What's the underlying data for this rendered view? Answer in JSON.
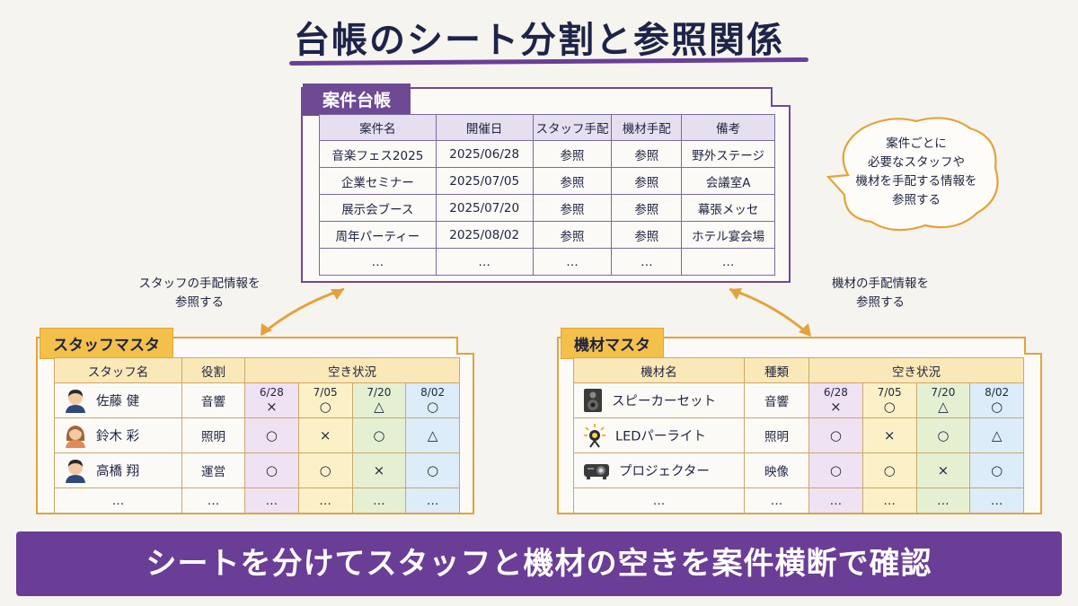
{
  "title": "台帳のシート分割と参照関係",
  "project": {
    "tag": "案件台帳",
    "headers": [
      "案件名",
      "開催日",
      "スタッフ手配",
      "機材手配",
      "備考"
    ],
    "rows": [
      [
        "音楽フェス2025",
        "2025/06/28",
        "参照",
        "参照",
        "野外ステージ"
      ],
      [
        "企業セミナー",
        "2025/07/05",
        "参照",
        "参照",
        "会議室A"
      ],
      [
        "展示会ブース",
        "2025/07/20",
        "参照",
        "参照",
        "幕張メッセ"
      ],
      [
        "周年パーティー",
        "2025/08/02",
        "参照",
        "参照",
        "ホテル宴会場"
      ],
      [
        "…",
        "…",
        "…",
        "…",
        "…"
      ]
    ]
  },
  "bubble": {
    "line1": "案件ごとに",
    "line2": "必要なスタッフや",
    "line3": "機材を手配する情報を",
    "line4": "参照する"
  },
  "note_left": {
    "line1": "スタッフの手配情報を",
    "line2": "参照する"
  },
  "note_right": {
    "line1": "機材の手配情報を",
    "line2": "参照する"
  },
  "staff": {
    "tag": "スタッフマスタ",
    "headers": [
      "スタッフ名",
      "役割",
      "空き状況"
    ],
    "dates": [
      "6/28",
      "7/05",
      "7/20",
      "8/02"
    ],
    "rows": [
      {
        "name": "佐藤 健",
        "role": "音響",
        "icon": "male-avatar-icon",
        "marks": [
          "×",
          "○",
          "△",
          "○"
        ]
      },
      {
        "name": "鈴木 彩",
        "role": "照明",
        "icon": "female-avatar-icon",
        "marks": [
          "○",
          "×",
          "○",
          "△"
        ]
      },
      {
        "name": "高橋 翔",
        "role": "運営",
        "icon": "male-avatar-icon",
        "marks": [
          "○",
          "○",
          "×",
          "○"
        ]
      }
    ],
    "ellipsis": "…"
  },
  "equip": {
    "tag": "機材マスタ",
    "headers": [
      "機材名",
      "種類",
      "空き状況"
    ],
    "dates": [
      "6/28",
      "7/05",
      "7/20",
      "8/02"
    ],
    "rows": [
      {
        "name": "スピーカーセット",
        "type": "音響",
        "icon": "speaker-icon",
        "marks": [
          "×",
          "○",
          "△",
          "○"
        ]
      },
      {
        "name": "LEDパーライト",
        "type": "照明",
        "icon": "led-light-icon",
        "marks": [
          "○",
          "×",
          "○",
          "△"
        ]
      },
      {
        "name": "プロジェクター",
        "type": "映像",
        "icon": "projector-icon",
        "marks": [
          "○",
          "○",
          "×",
          "○"
        ]
      }
    ],
    "ellipsis": "…"
  },
  "banner": "シートを分けてスタッフと機材の空きを案件横断で確認",
  "colors": {
    "purple": "#6a3d97",
    "orange": "#e3a33b",
    "tag_yellow": "#f4c04c",
    "navy": "#1e2448"
  }
}
